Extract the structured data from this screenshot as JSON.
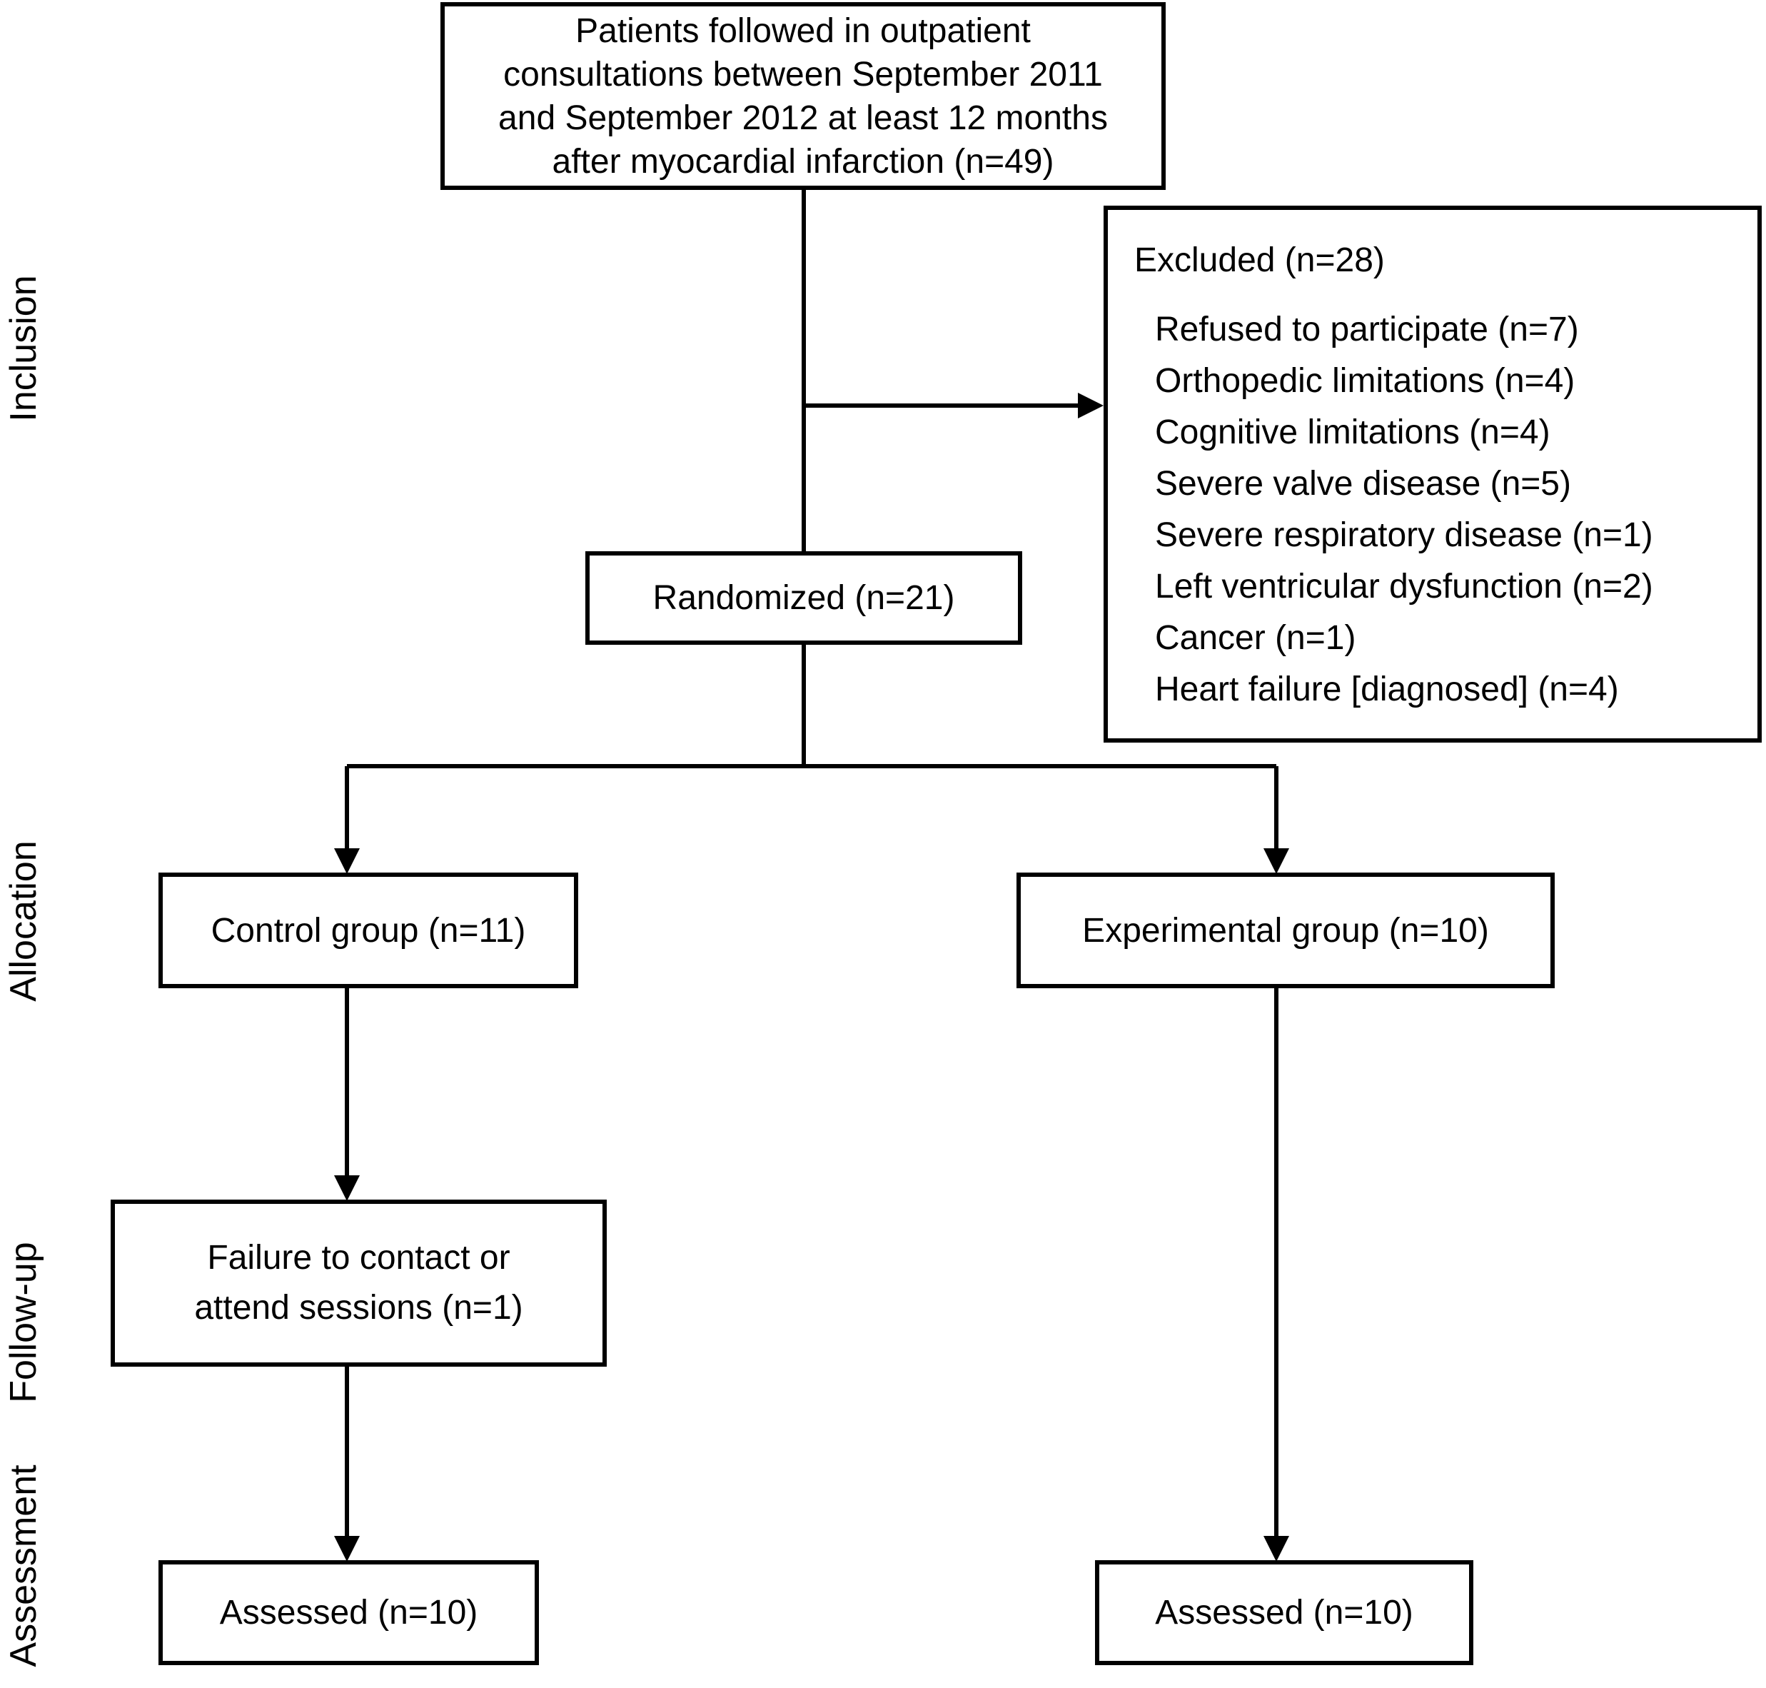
{
  "diagram": {
    "stage_labels": [
      {
        "label": "Inclusion"
      },
      {
        "label": "Allocation"
      },
      {
        "label": "Follow-up"
      },
      {
        "label": "Assessment"
      }
    ],
    "enrollment_box": {
      "lines": [
        "Patients followed in outpatient",
        "consultations between September 2011",
        "and September 2012 at least 12 months",
        "after myocardial infarction (n=49)"
      ]
    },
    "excluded_box": {
      "title": "Excluded (n=28)",
      "reasons": [
        "Refused to participate (n=7)",
        "Orthopedic limitations (n=4)",
        "Cognitive limitations (n=4)",
        "Severe valve disease (n=5)",
        "Severe respiratory disease (n=1)",
        "Left ventricular dysfunction (n=2)",
        "Cancer (n=1)",
        "Heart failure [diagnosed] (n=4)"
      ]
    },
    "randomized_box": {
      "label": "Randomized (n=21)"
    },
    "control_box": {
      "label": "Control group (n=11)"
    },
    "experimental_box": {
      "label": "Experimental group (n=10)"
    },
    "followup_box": {
      "lines": [
        "Failure to contact or",
        "attend sessions (n=1)"
      ]
    },
    "assessed_control_box": {
      "label": "Assessed (n=10)"
    },
    "assessed_experimental_box": {
      "label": "Assessed (n=10)"
    },
    "colors": {
      "line": "#000000",
      "box_border": "#000000",
      "text": "#000000",
      "background": "#ffffff"
    }
  }
}
